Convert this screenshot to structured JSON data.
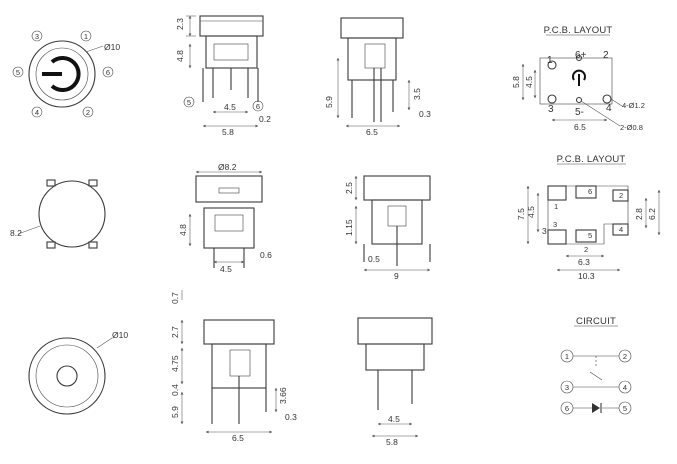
{
  "headings": {
    "pcb1": "P.C.B. LAYOUT",
    "pcb2": "P.C.B. LAYOUT",
    "circuit": "CIRCUIT"
  },
  "row1": {
    "top_view": {
      "dia": "Ø10",
      "pins": [
        "1",
        "2",
        "3",
        "4",
        "5",
        "6"
      ]
    },
    "front": {
      "h_top": "2.3",
      "h_mid": "4.8",
      "w_inner": "4.5",
      "w_outer": "5.8",
      "t": "0.2",
      "pin_left": "5",
      "pin_right": "6"
    },
    "side": {
      "h": "5.9",
      "w": "6.5",
      "h_right": "3.5",
      "t": "0.3"
    },
    "pcb": {
      "pins": [
        "1",
        "6+",
        "2",
        "3",
        "5-",
        "4"
      ],
      "h1": "5.8",
      "h2": "4.5",
      "w": "6.5",
      "hole1": "4-Ø1.2",
      "hole2": "2-Ø0.8"
    }
  },
  "row2": {
    "top_view": {
      "dia": "8.2"
    },
    "front": {
      "dia": "Ø8.2",
      "h": "4.8",
      "w": "4.5",
      "t": "0.6"
    },
    "side": {
      "h_top": "2.5",
      "h_mid": "1.15",
      "w_small": "0.5",
      "w": "9"
    },
    "pcb": {
      "pads": [
        "6",
        "2",
        "1",
        "3",
        "5",
        "4",
        "2"
      ],
      "h1": "7.5",
      "h2": "4.5",
      "h3": "3",
      "h4": "2.8",
      "h5": "6.2",
      "w1": "2",
      "w2": "6.3",
      "w3": "10.3"
    }
  },
  "row3": {
    "top_view": {
      "dia": "Ø10"
    },
    "front": {
      "h0": "0.7",
      "h1": "2.7",
      "h2": "4.75",
      "h3": "0.4",
      "h4": "5.9",
      "h5": "3.66",
      "t": "0.3",
      "w": "6.5"
    },
    "side": {
      "w_inner": "4.5",
      "w_outer": "5.8"
    },
    "circuit": {
      "pins": [
        "1",
        "2",
        "3",
        "4",
        "6",
        "5"
      ]
    }
  }
}
